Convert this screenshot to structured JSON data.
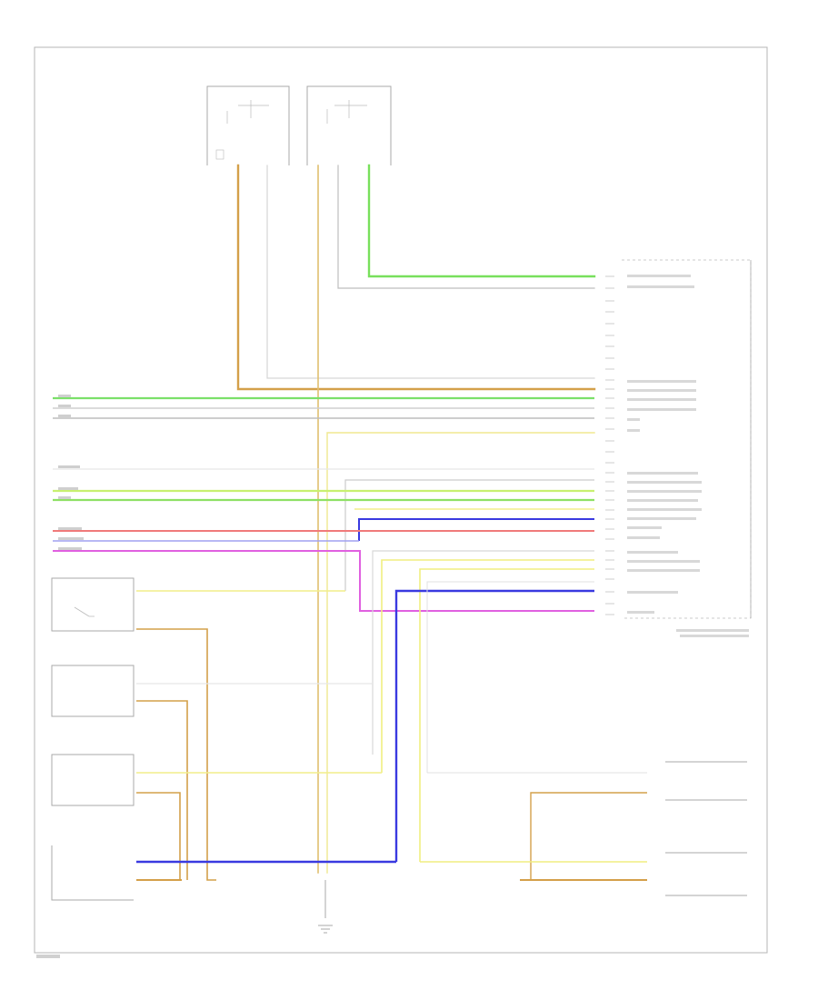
{
  "components": {
    "top_left_box": {
      "title_lines": []
    },
    "top_right_box": {
      "title_lines": []
    },
    "module": {
      "caption_lines": []
    },
    "lock_switch": {
      "caption": ""
    },
    "sensor_1": {
      "caption_lines": []
    },
    "sensor_2": {
      "caption_lines": []
    },
    "sensor_3": {
      "caption_lines": []
    },
    "right_sensor_1": {
      "caption_lines": []
    },
    "right_sensor_2": {
      "caption_lines": []
    },
    "ground": {
      "label": ""
    }
  },
  "wires": [
    {
      "name": "wire-tan-vertical-1",
      "color": "#d4a04a"
    },
    {
      "name": "wire-green-1",
      "color": "#7be06a"
    },
    {
      "name": "wire-green-2",
      "color": "#9ff06e"
    },
    {
      "name": "wire-gray-1",
      "color": "#c8c8c8"
    },
    {
      "name": "wire-yellow-1",
      "color": "#f0f080"
    },
    {
      "name": "wire-red-1",
      "color": "#f07a7a"
    },
    {
      "name": "wire-blue-1",
      "color": "#3a3ae0"
    },
    {
      "name": "wire-magenta-1",
      "color": "#e060e0"
    },
    {
      "name": "wire-lightblue-1",
      "color": "#a0a0f0"
    }
  ]
}
